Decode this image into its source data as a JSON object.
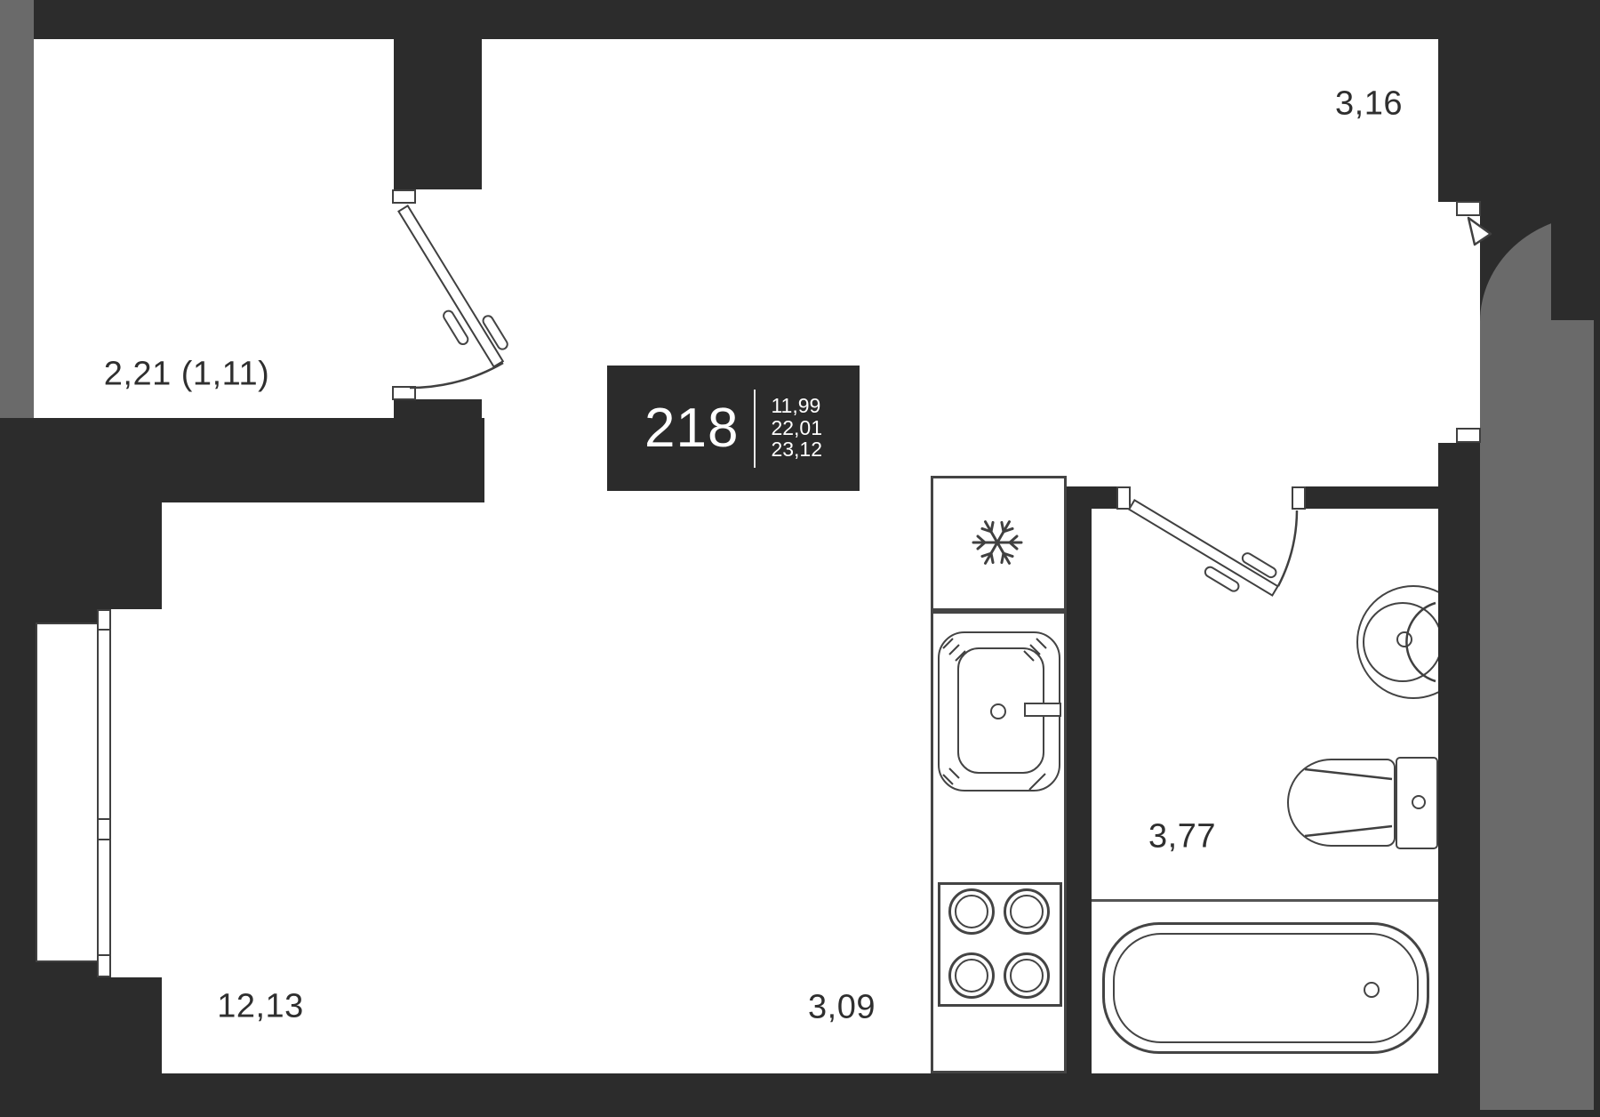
{
  "unit": {
    "number": "218",
    "area_living": "11,99",
    "area_total": "22,01",
    "area_overall": "23,12"
  },
  "rooms": {
    "balcony": {
      "label": "2,21 (1,11)"
    },
    "hallway": {
      "label": "3,16"
    },
    "living": {
      "label": "12,13"
    },
    "kitchen": {
      "label": "3,09"
    },
    "bathroom": {
      "label": "3,77"
    }
  },
  "icons": {
    "fridge": "snowflake-icon"
  },
  "colors": {
    "wall": "#2c2c2c",
    "exterior_gray": "#6a6a6a",
    "outline": "#404040",
    "background": "#ffffff",
    "unit_box": "#2b2b2b",
    "label_text": "#2f2f2f"
  }
}
